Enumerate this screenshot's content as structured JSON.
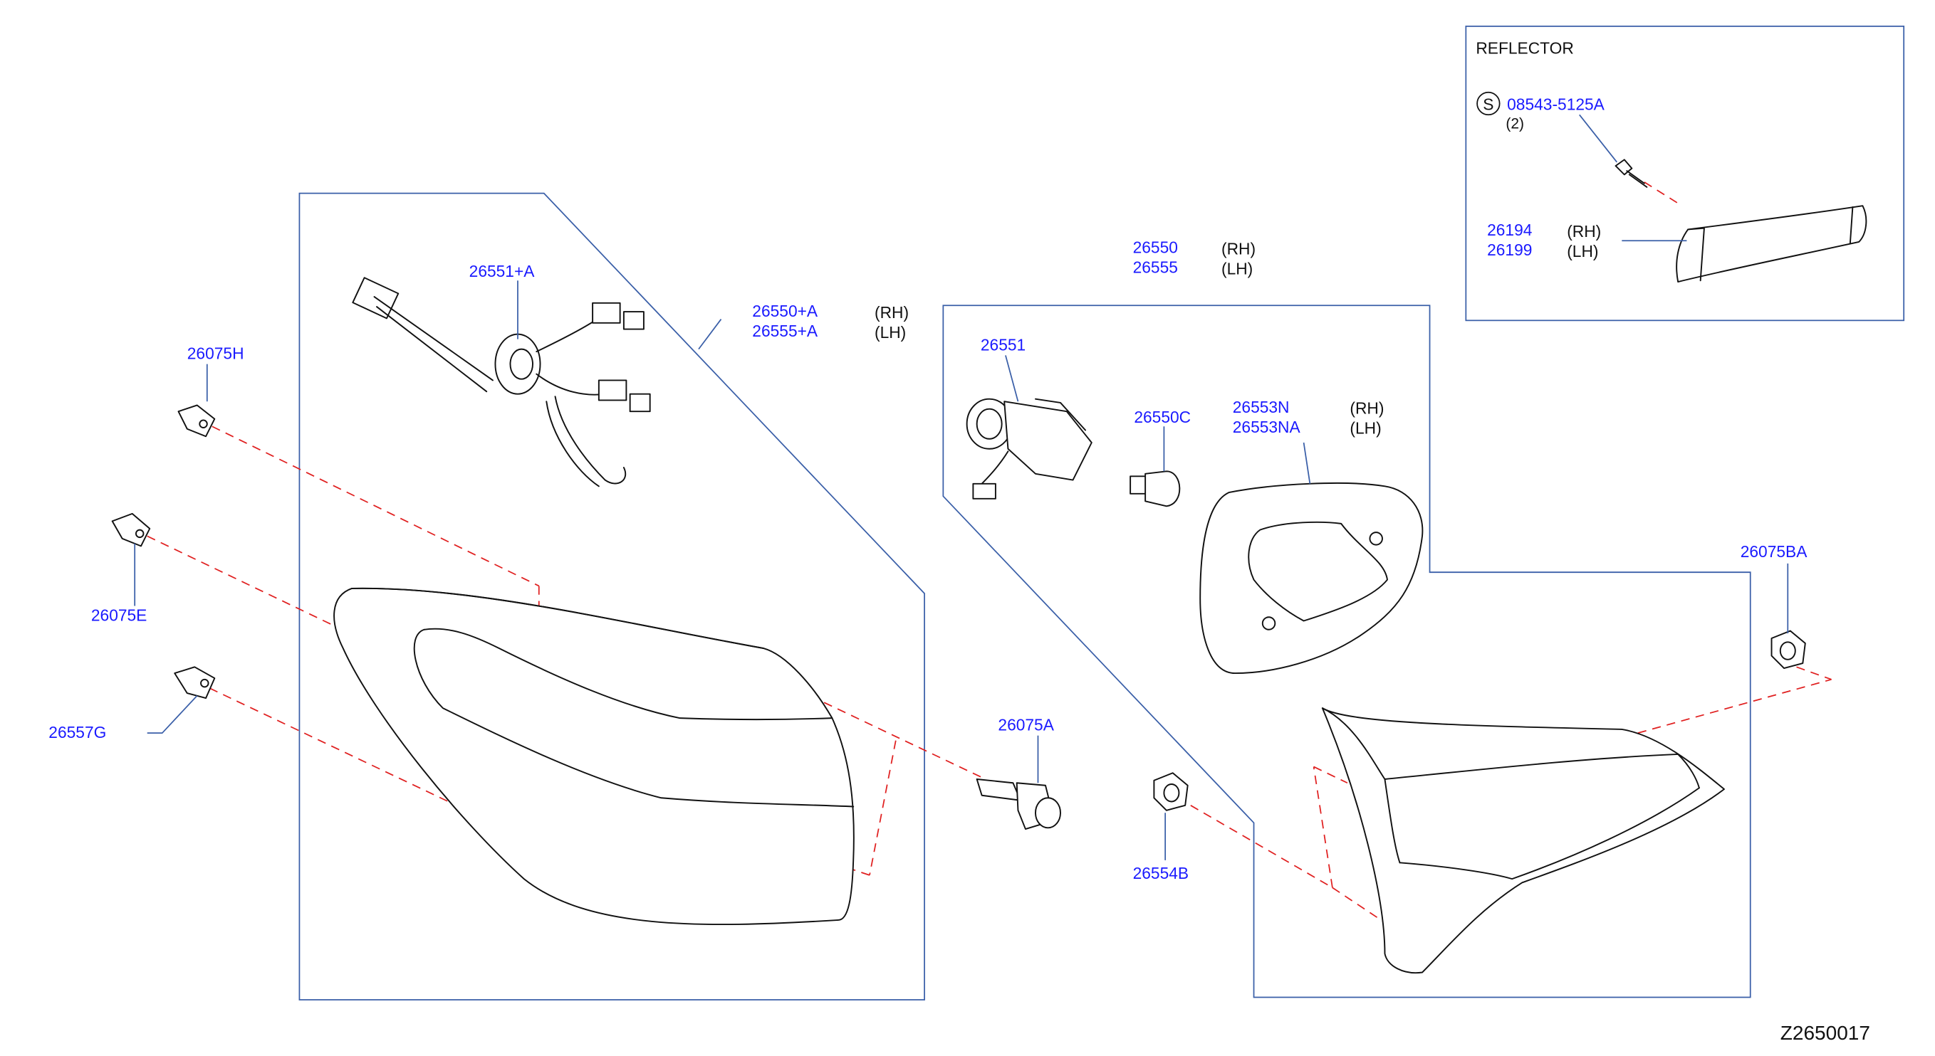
{
  "figure_code": "Z2650017",
  "reflector": {
    "title": "REFLECTOR",
    "screw_symbol": "S",
    "screw_part": "08543-5125A",
    "screw_qty": "(2)",
    "part_rh": "26194",
    "part_lh": "26199",
    "side_rh": "(RH)",
    "side_lh": "(LH)"
  },
  "outer_assy": {
    "part_rh": "26550+A",
    "part_lh": "26555+A",
    "side_rh": "(RH)",
    "side_lh": "(LH)"
  },
  "inner_assy": {
    "part_rh": "26550",
    "part_lh": "26555",
    "side_rh": "(RH)",
    "side_lh": "(LH)"
  },
  "gasket": {
    "part_rh": "26553N",
    "part_lh": "26553NA",
    "side_rh": "(RH)",
    "side_lh": "(LH)"
  },
  "parts": {
    "harness": "26551+A",
    "socket": "26551",
    "bulb": "26550C",
    "clip_h": "26075H",
    "clip_e": "26075E",
    "clip_g": "26557G",
    "bolt": "26075A",
    "nut_b": "26554B",
    "nut_ba": "26075BA"
  }
}
